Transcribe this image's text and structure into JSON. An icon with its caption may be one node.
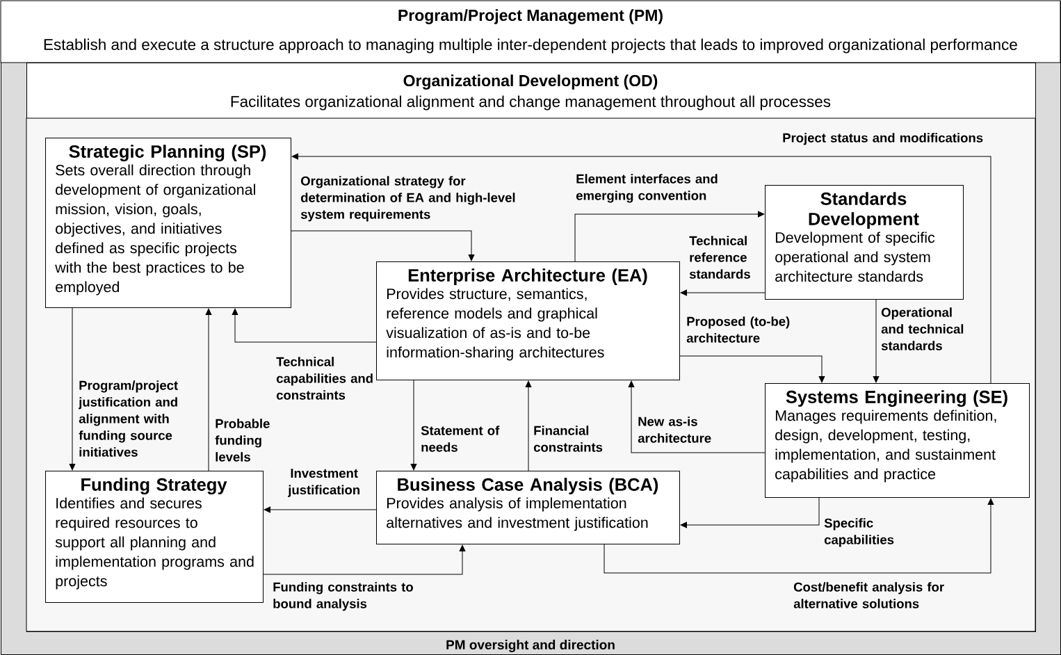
{
  "diagram": {
    "nodes": [
      {
        "text": [
          "Program/Project Management (PM)",
          "Establish and execute a structure approach to managing multiple inter-dependent projects that leads to improved organizational performance",
          "PM oversight and direction"
        ]
      },
      {
        "text": [
          "Organizational Development (OD)",
          "Facilitates organizational alignment and change management throughout all processes"
        ],
        "in": 0
      },
      {
        "text": [
          "Strategic Planning (SP)",
          "Sets overall direction through development of organizational mission, vision, goals, objectives, and initiatives defined as specific projects with the best practices to be employed"
        ],
        "in": 1
      },
      {
        "text": [
          "Standards Development",
          "Development of specific operational and system architecture standards"
        ],
        "in": 1
      },
      {
        "text": [
          "Enterprise Architecture (EA)",
          "Provides structure, semantics, reference models and graphical visualization of as-is and to-be information-sharing architectures"
        ],
        "in": 1
      },
      {
        "text": [
          "Systems Engineering (SE)",
          "Manages requirements definition, design, development, testing, implementation, and sustainment capabilities and practice"
        ],
        "in": 1
      },
      {
        "text": [
          "Funding Strategy",
          "Identifies and secures required resources to support all planning and implementation programs and projects"
        ],
        "in": 1
      },
      {
        "text": [
          "Business Case Analysis (BCA)",
          "Provides analysis of implementation alternatives and investment justification"
        ],
        "in": 1
      }
    ],
    "edges": [
      {
        "from": 5,
        "to": 2,
        "arrow": "to",
        "label": "Project status and modifications"
      },
      {
        "from": 2,
        "to": 4,
        "arrow": "to",
        "label": "Organizational strategy for determination of EA and high-level system requirements"
      },
      {
        "from": 4,
        "to": 3,
        "arrow": "to",
        "label": "Element interfaces and emerging convention"
      },
      {
        "from": 3,
        "to": 4,
        "arrow": "to",
        "label": "Technical reference standards"
      },
      {
        "from": 3,
        "to": 5,
        "arrow": "to",
        "label": "Operational and technical standards"
      },
      {
        "from": 4,
        "to": 5,
        "arrow": "to",
        "label": "Proposed (to-be) architecture"
      },
      {
        "from": 4,
        "to": 2,
        "arrow": "to",
        "label": "Technical capabilities and constraints"
      },
      {
        "from": 2,
        "to": 6,
        "arrow": "to",
        "label": "Program/project justification and alignment with funding source initiatives"
      },
      {
        "from": 6,
        "to": 2,
        "arrow": "to",
        "label": "Probable funding levels"
      },
      {
        "from": 4,
        "to": 7,
        "arrow": "to",
        "label": "Statement of needs"
      },
      {
        "from": 7,
        "to": 4,
        "arrow": "to",
        "label": "Financial constraints"
      },
      {
        "from": 5,
        "to": 4,
        "arrow": "to",
        "label": "New as-is architecture"
      },
      {
        "from": 7,
        "to": 6,
        "arrow": "to",
        "label": "Investment justification"
      },
      {
        "from": 6,
        "to": 7,
        "arrow": "to",
        "label": "Funding constraints to bound analysis"
      },
      {
        "from": 5,
        "to": 7,
        "arrow": "to",
        "label": "Specific capabilities"
      },
      {
        "from": 7,
        "to": 5,
        "arrow": "to",
        "label": "Cost/benefit analysis for alternative solutions"
      }
    ]
  }
}
